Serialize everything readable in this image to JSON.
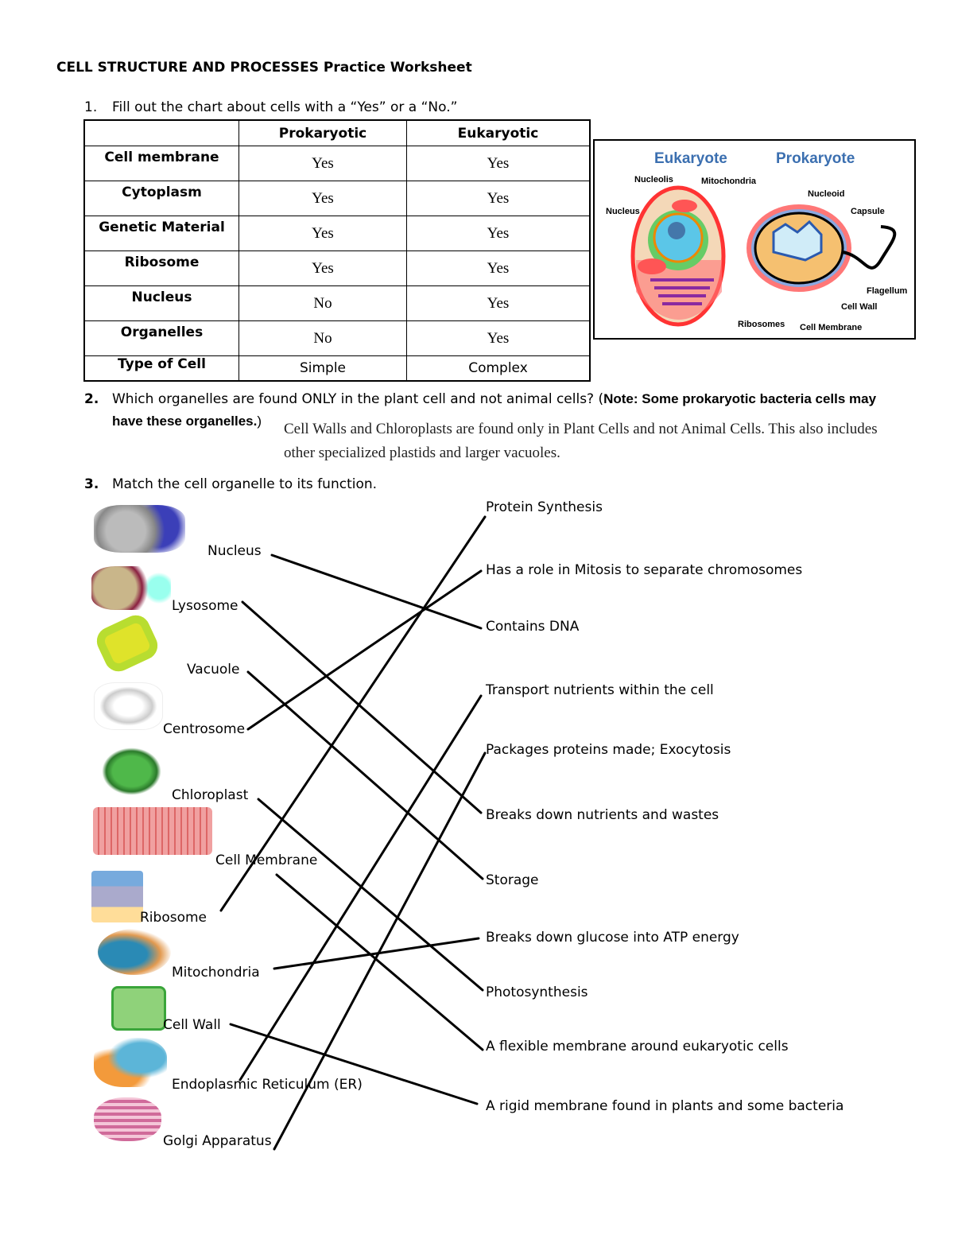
{
  "title": "CELL STRUCTURE AND PROCESSES Practice Worksheet",
  "q1": {
    "number": "1.",
    "text": "Fill out the chart about cells with a “Yes” or a “No.”",
    "headers": [
      "",
      "Prokaryotic",
      "Eukaryotic"
    ],
    "rows": [
      {
        "label": "Cell membrane",
        "prokaryotic": "Yes",
        "eukaryotic": "Yes"
      },
      {
        "label": "Cytoplasm",
        "prokaryotic": "Yes",
        "eukaryotic": "Yes"
      },
      {
        "label": "Genetic Material",
        "prokaryotic": "Yes",
        "eukaryotic": "Yes"
      },
      {
        "label": "Ribosome",
        "prokaryotic": "Yes",
        "eukaryotic": "Yes"
      },
      {
        "label": "Nucleus",
        "prokaryotic": "No",
        "eukaryotic": "Yes"
      },
      {
        "label": "Organelles",
        "prokaryotic": "No",
        "eukaryotic": "Yes"
      },
      {
        "label": "Type of Cell",
        "prokaryotic": "Simple",
        "eukaryotic": "Complex"
      }
    ]
  },
  "diagram": {
    "eukaryote": "Eukaryote",
    "prokaryote": "Prokaryote",
    "labels": {
      "nucleolis": "Nucleolis",
      "mitochondria": "Mitochondria",
      "nucleus": "Nucleus",
      "nucleoid": "Nucleoid",
      "capsule": "Capsule",
      "flagellum": "Flagellum",
      "cell_wall": "Cell Wall",
      "ribosomes": "Ribosomes",
      "cell_membrane": "Cell Membrane"
    }
  },
  "q2": {
    "number": "2.",
    "text": "Which organelles are found ONLY in the plant cell and not animal cells? (",
    "note_bold": "Note: Some prokaryotic bacteria cells may",
    "note_bold2": "have these organelles.",
    "note_close": ")",
    "answer_line1": "Cell Walls and Chloroplasts are found only in Plant Cells and not Animal Cells. This also includes",
    "answer_line2": "other specialized plastids and larger vacuoles."
  },
  "q3": {
    "number": "3.",
    "text": "Match the cell organelle to its function.",
    "organelles": [
      "Nucleus",
      "Lysosome",
      "Vacuole",
      "Centrosome",
      "Chloroplast",
      "Cell Membrane",
      "Ribosome",
      "Mitochondria",
      "Cell Wall",
      "Endoplasmic Reticulum (ER)",
      "Golgi Apparatus"
    ],
    "functions": [
      "Protein Synthesis",
      "Has a role in Mitosis to separate chromosomes",
      "Contains DNA",
      "Transport nutrients within the cell",
      "Packages proteins made; Exocytosis",
      "Breaks down nutrients and wastes",
      "Storage",
      "Breaks down glucose into ATP energy",
      "Photosynthesis",
      "A flexible membrane around eukaryotic cells",
      "A rigid membrane found in plants and some bacteria"
    ],
    "matches": {
      "Nucleus": "Contains DNA",
      "Lysosome": "Breaks down nutrients and wastes",
      "Vacuole": "Storage",
      "Centrosome": "Has a role in Mitosis to separate chromosomes",
      "Chloroplast": "Photosynthesis",
      "Cell Membrane": "A flexible membrane around eukaryotic cells",
      "Ribosome": "Protein Synthesis",
      "Mitochondria": "Breaks down glucose into ATP energy",
      "Cell Wall": "A rigid membrane found in plants and some bacteria",
      "Endoplasmic Reticulum (ER)": "Transport nutrients within the cell",
      "Golgi Apparatus": "Packages proteins made; Exocytosis"
    }
  }
}
